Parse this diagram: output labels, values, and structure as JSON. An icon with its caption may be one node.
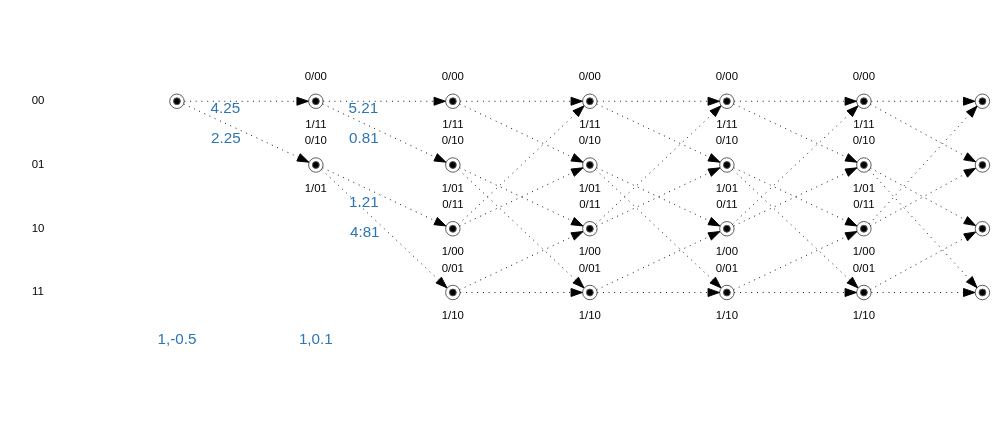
{
  "diagram": {
    "nodes": [
      {
        "text": [],
        "shape": "circle"
      },
      {
        "text": [],
        "shape": "circle",
        "beside": [
          "0/00",
          "1/11"
        ]
      },
      {
        "text": [],
        "shape": "circle",
        "beside": [
          "0/10",
          "1/01"
        ]
      },
      {
        "text": [],
        "shape": "circle",
        "beside": [
          "0/00",
          "1/11"
        ]
      },
      {
        "text": [],
        "shape": "circle",
        "beside": [
          "0/10",
          "1/01"
        ]
      },
      {
        "text": [],
        "shape": "circle",
        "beside": [
          "0/11",
          "1/00"
        ]
      },
      {
        "text": [],
        "shape": "circle",
        "beside": [
          "0/01",
          "1/10"
        ]
      },
      {
        "text": [],
        "shape": "circle",
        "beside": [
          "0/00",
          "1/11"
        ]
      },
      {
        "text": [],
        "shape": "circle",
        "beside": [
          "0/10",
          "1/01"
        ]
      },
      {
        "text": [],
        "shape": "circle",
        "beside": [
          "0/11",
          "1/00"
        ]
      },
      {
        "text": [],
        "shape": "circle",
        "beside": [
          "0/01",
          "1/10"
        ]
      },
      {
        "text": [],
        "shape": "circle",
        "beside": [
          "0/00",
          "1/11"
        ]
      },
      {
        "text": [],
        "shape": "circle",
        "beside": [
          "0/10",
          "1/01"
        ]
      },
      {
        "text": [],
        "shape": "circle",
        "beside": [
          "0/11",
          "1/00"
        ]
      },
      {
        "text": [],
        "shape": "circle",
        "beside": [
          "0/01",
          "1/10"
        ]
      },
      {
        "text": [],
        "shape": "circle",
        "beside": [
          "0/00",
          "1/11"
        ]
      },
      {
        "text": [],
        "shape": "circle",
        "beside": [
          "0/10",
          "1/01"
        ]
      },
      {
        "text": [],
        "shape": "circle",
        "beside": [
          "0/11",
          "1/00"
        ]
      },
      {
        "text": [],
        "shape": "circle",
        "beside": [
          "0/01",
          "1/10"
        ]
      },
      {
        "text": [],
        "shape": "circle"
      },
      {
        "text": [],
        "shape": "circle"
      },
      {
        "text": [],
        "shape": "circle"
      },
      {
        "text": [],
        "shape": "circle"
      }
    ],
    "edges": [
      {
        "from": 0,
        "to": 1,
        "arrow": "to",
        "label": "4.25"
      },
      {
        "from": 0,
        "to": 2,
        "arrow": "to",
        "label": "2.25"
      },
      {
        "from": 1,
        "to": 3,
        "arrow": "to",
        "label": "5.21"
      },
      {
        "from": 1,
        "to": 4,
        "arrow": "to",
        "label": "0.81"
      },
      {
        "from": 2,
        "to": 5,
        "arrow": "to",
        "label": "1.21"
      },
      {
        "from": 2,
        "to": 6,
        "arrow": "to",
        "label": "4:81"
      },
      {
        "from": 3,
        "to": 7,
        "arrow": "to"
      },
      {
        "from": 3,
        "to": 8,
        "arrow": "to"
      },
      {
        "from": 4,
        "to": 9,
        "arrow": "to"
      },
      {
        "from": 4,
        "to": 10,
        "arrow": "to"
      },
      {
        "from": 5,
        "to": 7,
        "arrow": "to"
      },
      {
        "from": 5,
        "to": 8,
        "arrow": "to"
      },
      {
        "from": 6,
        "to": 9,
        "arrow": "to"
      },
      {
        "from": 6,
        "to": 10,
        "arrow": "to"
      },
      {
        "from": 7,
        "to": 11,
        "arrow": "to"
      },
      {
        "from": 7,
        "to": 12,
        "arrow": "to"
      },
      {
        "from": 8,
        "to": 13,
        "arrow": "to"
      },
      {
        "from": 8,
        "to": 14,
        "arrow": "to"
      },
      {
        "from": 9,
        "to": 11,
        "arrow": "to"
      },
      {
        "from": 9,
        "to": 12,
        "arrow": "to"
      },
      {
        "from": 10,
        "to": 13,
        "arrow": "to"
      },
      {
        "from": 10,
        "to": 14,
        "arrow": "to"
      },
      {
        "from": 11,
        "to": 15,
        "arrow": "to"
      },
      {
        "from": 11,
        "to": 16,
        "arrow": "to"
      },
      {
        "from": 12,
        "to": 17,
        "arrow": "to"
      },
      {
        "from": 12,
        "to": 18,
        "arrow": "to"
      },
      {
        "from": 13,
        "to": 15,
        "arrow": "to"
      },
      {
        "from": 13,
        "to": 16,
        "arrow": "to"
      },
      {
        "from": 14,
        "to": 17,
        "arrow": "to"
      },
      {
        "from": 14,
        "to": 18,
        "arrow": "to"
      },
      {
        "from": 15,
        "to": 19,
        "arrow": "to"
      },
      {
        "from": 15,
        "to": 20,
        "arrow": "to"
      },
      {
        "from": 16,
        "to": 21,
        "arrow": "to"
      },
      {
        "from": 16,
        "to": 22,
        "arrow": "to"
      },
      {
        "from": 17,
        "to": 19,
        "arrow": "to"
      },
      {
        "from": 17,
        "to": 20,
        "arrow": "to"
      },
      {
        "from": 18,
        "to": 21,
        "arrow": "to"
      },
      {
        "from": 18,
        "to": 22,
        "arrow": "to"
      }
    ],
    "labels": [
      "00",
      "01",
      "10",
      "11",
      "1,-0.5",
      "1,0.1"
    ]
  }
}
